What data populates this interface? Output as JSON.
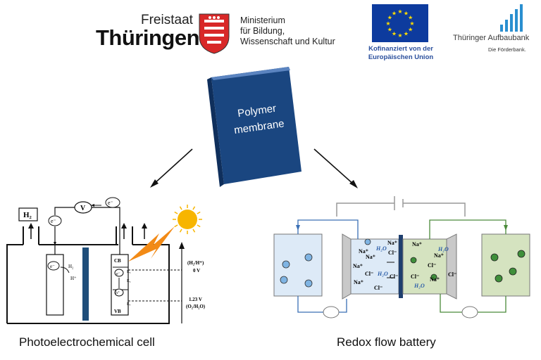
{
  "header": {
    "freistaat": "Freistaat",
    "thuringen": "Thüringen",
    "ministry_lines": [
      "Ministerium",
      "für Bildung,",
      "Wissenschaft und Kultur"
    ],
    "eu_caption_lines": [
      "Kofinanziert von der",
      "Europäischen Union"
    ],
    "tab_name": "Thüringer Aufbaubank",
    "tab_sub": "Die Förderbank."
  },
  "center": {
    "title_lines": [
      "Polymer",
      "membrane"
    ],
    "book_color": "#1f4e8c"
  },
  "pec": {
    "caption": "Photoelectrochemical cell",
    "h2_box": "H₂",
    "v_label": "V",
    "e_minus": "e⁻",
    "h2_small": "H₂",
    "h_plus": "H⁺",
    "cb": "CB",
    "vb": "VB",
    "ec": "E꜀",
    "ef": "E꜀",
    "ev": "Eᵥ",
    "h_hole": "h⁺",
    "ref_top": "(H₂/H⁺)",
    "ref_top_v": "0 V",
    "ref_bot_v": "1.23 V",
    "ref_bot": "(O₂/H₂O)"
  },
  "rfb": {
    "caption": "Redox flow battery",
    "na": "Na⁺",
    "cl": "Cl⁻",
    "h2o": "H₂O",
    "left_color": "#ddeaf7",
    "right_color": "#d5e3c0",
    "particle_blue": "#7fb4e3",
    "particle_green": "#3f8f3a"
  }
}
